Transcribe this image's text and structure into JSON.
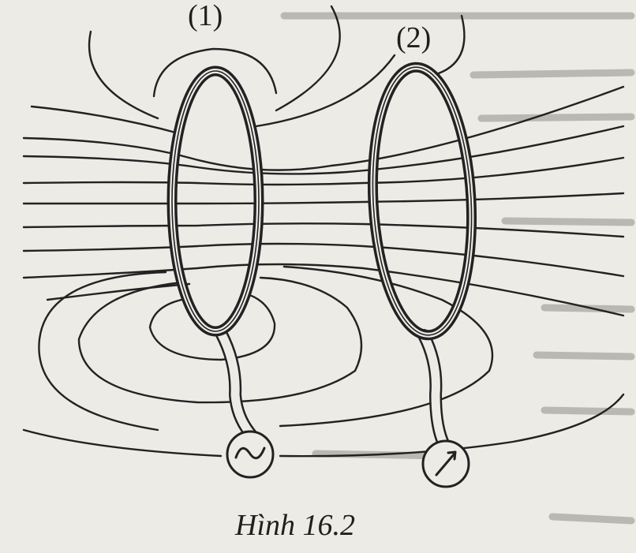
{
  "figure": {
    "coil_1_label": "(1)",
    "coil_2_label": "(2)",
    "caption": "Hình 16.2",
    "icons": {
      "source": "ac-source-icon",
      "meter": "galvanometer-icon"
    },
    "colors": {
      "background": "#ecebe6",
      "ink": "#222222"
    }
  }
}
